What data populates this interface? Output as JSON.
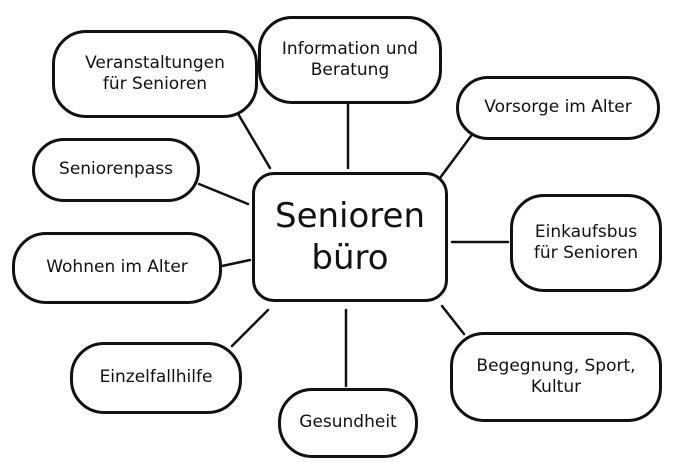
{
  "center": {
    "label": "Senioren\nbüro"
  },
  "nodes": {
    "veranstaltungen": "Veranstaltungen\nfür Senioren",
    "information": "Information und\nBeratung",
    "vorsorge": "Vorsorge im Alter",
    "seniorenpass": "Seniorenpass",
    "einkaufsbus": "Einkaufsbus\nfür Senioren",
    "wohnen": "Wohnen im Alter",
    "einzelfallhilfe": "Einzelfallhilfe",
    "begegnung": "Begegnung, Sport,\nKultur",
    "gesundheit": "Gesundheit"
  }
}
